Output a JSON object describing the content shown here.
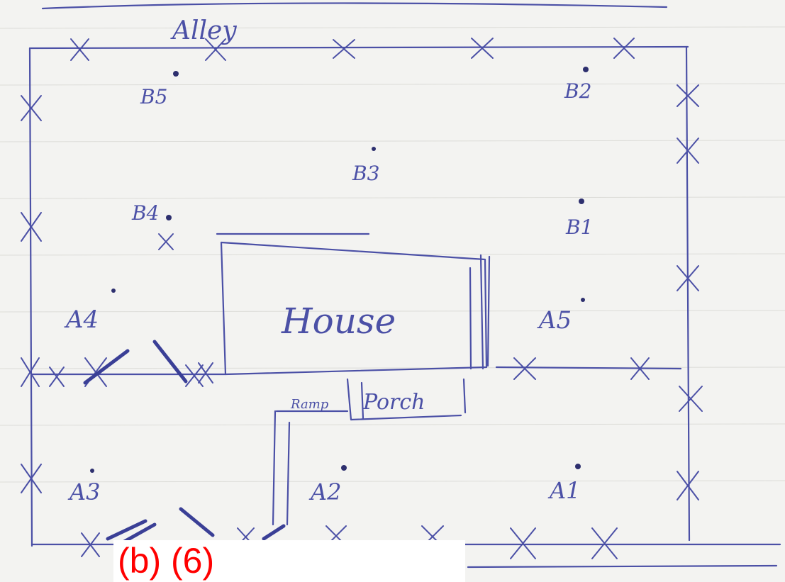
{
  "caption": "(b) (6)",
  "labels": {
    "alley": "Alley",
    "house": "House",
    "porch": "Porch",
    "ramp": "Ramp",
    "b1": "B1",
    "b2": "B2",
    "b3": "B3",
    "b4": "B4",
    "b5": "B5",
    "a1": "A1",
    "a2": "A2",
    "a3": "A3",
    "a4": "A4",
    "a5": "A5"
  },
  "colors": {
    "ink": "#4b50a6",
    "paper": "#f3f3f1",
    "caption": "#ff0000"
  }
}
